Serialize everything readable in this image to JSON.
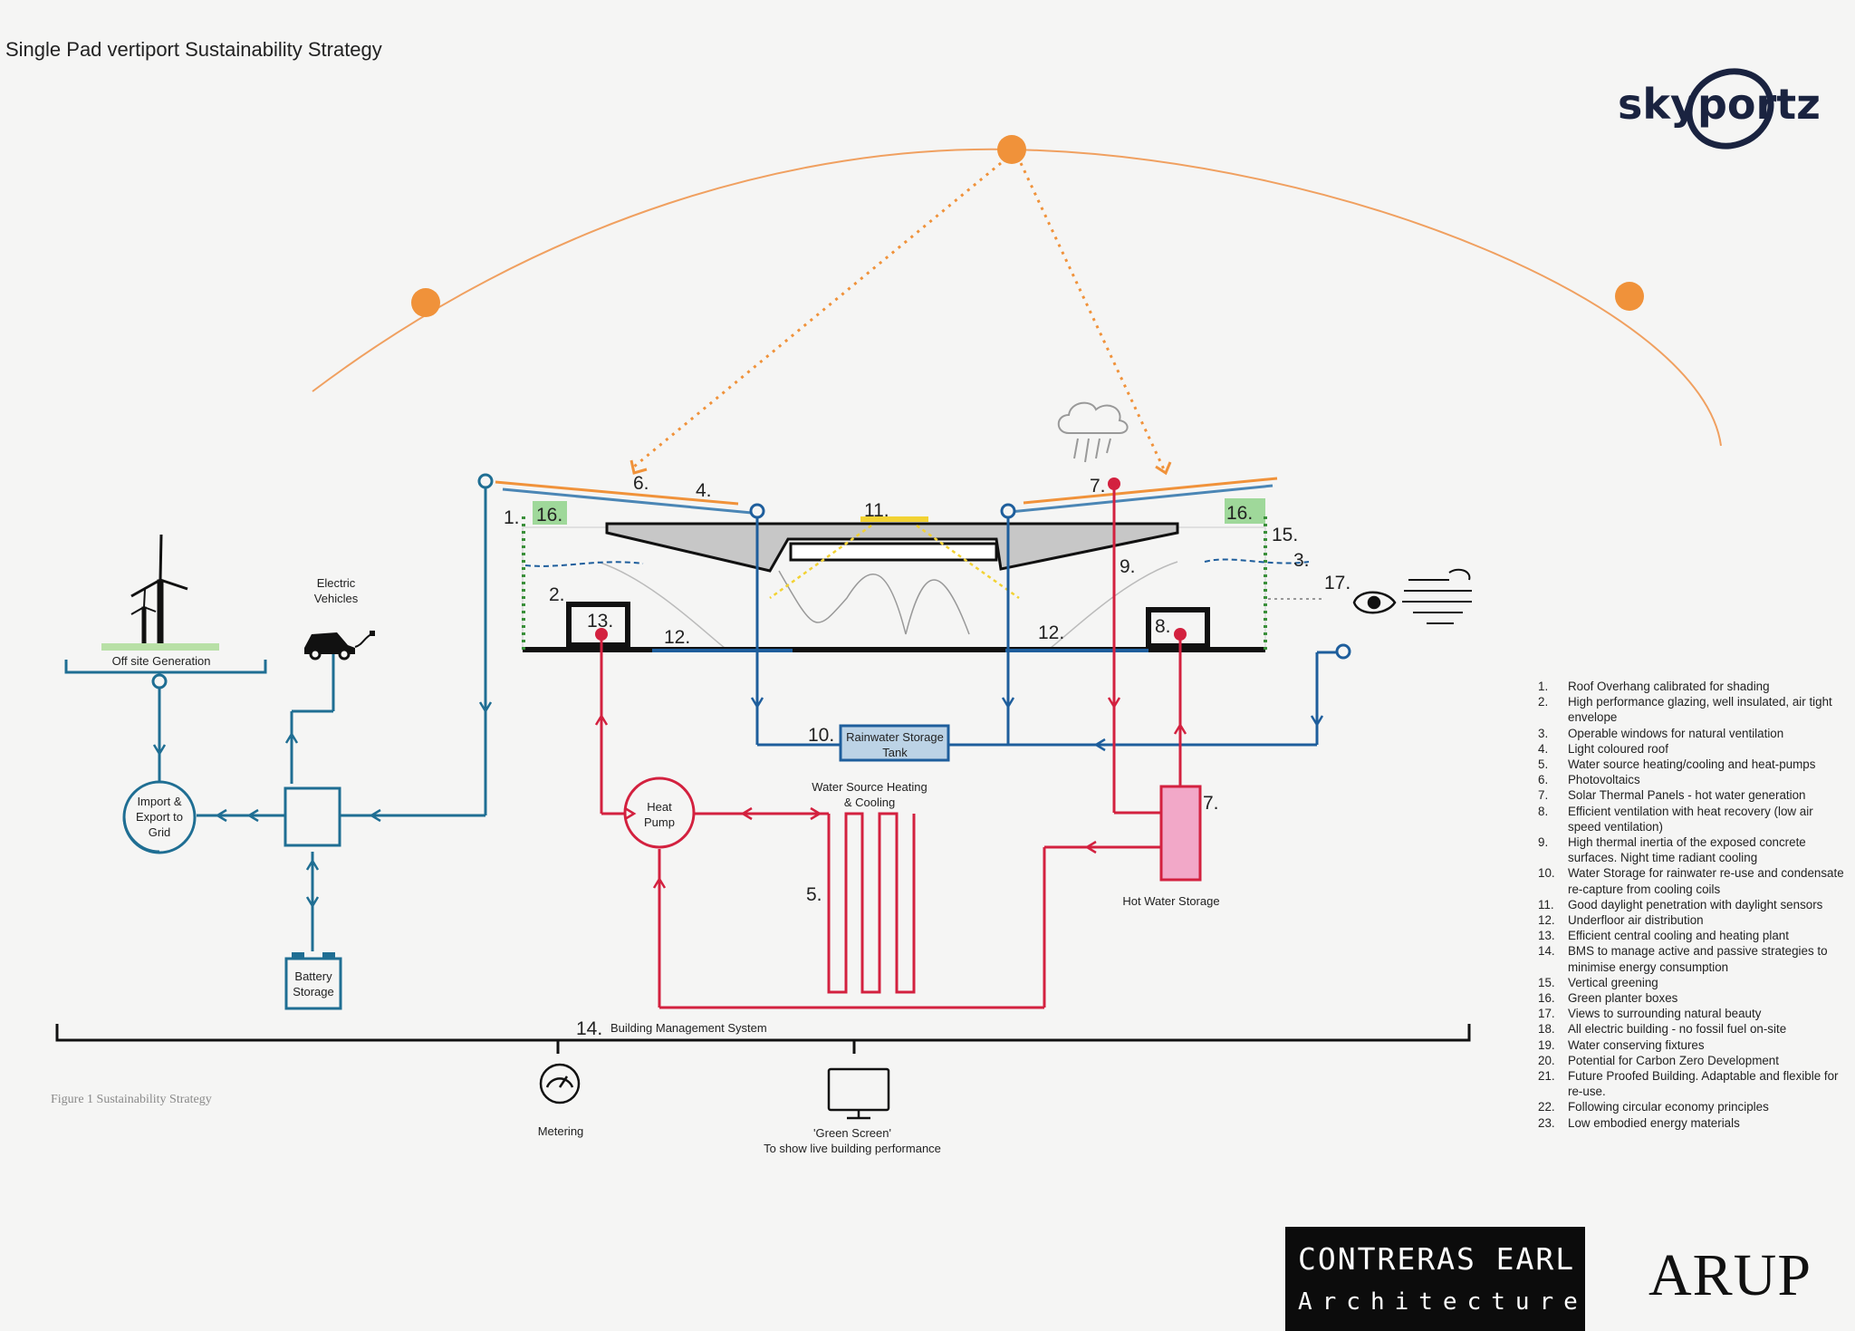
{
  "header": {
    "title": "Single Pad vertiport Sustainability Strategy",
    "brand_logo_text": "skyportz"
  },
  "diagram_labels": {
    "off_site_generation": "Off site Generation",
    "electric_vehicles_line1": "Electric",
    "electric_vehicles_line2": "Vehicles",
    "import_export_line1": "Import &",
    "import_export_line2": "Export to",
    "import_export_line3": "Grid",
    "battery_line1": "Battery",
    "battery_line2": "Storage",
    "heat_pump_line1": "Heat",
    "heat_pump_line2": "Pump",
    "water_source_line1": "Water Source Heating",
    "water_source_line2": "& Cooling",
    "rainwater_line1": "Rainwater Storage",
    "rainwater_line2": "Tank",
    "hot_water_storage": "Hot Water Storage",
    "bms": "Building Management System",
    "metering": "Metering",
    "green_screen_line1": "'Green Screen'",
    "green_screen_line2": "To show live building performance"
  },
  "callouts": {
    "c1": "1.",
    "c2": "2.",
    "c3": "3.",
    "c4": "4.",
    "c5": "5.",
    "c6": "6.",
    "c7a": "7.",
    "c7b": "7.",
    "c8": "8.",
    "c9": "9.",
    "c10": "10.",
    "c11": "11.",
    "c12a": "12.",
    "c12b": "12.",
    "c13": "13.",
    "c14": "14.",
    "c15": "15.",
    "c16a": "16.",
    "c16b": "16.",
    "c17": "17."
  },
  "legend": [
    {
      "n": "1.",
      "text": "Roof Overhang calibrated for shading"
    },
    {
      "n": "2.",
      "text": "High performance glazing, well insulated, air tight envelope"
    },
    {
      "n": "3.",
      "text": "Operable windows for natural ventilation"
    },
    {
      "n": "4.",
      "text": "Light coloured roof"
    },
    {
      "n": "5.",
      "text": "Water source heating/cooling and heat-pumps"
    },
    {
      "n": "6.",
      "text": "Photovoltaics"
    },
    {
      "n": "7.",
      "text": "Solar Thermal Panels - hot water generation"
    },
    {
      "n": "8.",
      "text": "Efficient ventilation with heat recovery (low air speed ventilation)"
    },
    {
      "n": "9.",
      "text": "High thermal inertia of the exposed concrete surfaces. Night time radiant cooling"
    },
    {
      "n": "10.",
      "text": "Water Storage for rainwater re-use and condensate re-capture from cooling coils"
    },
    {
      "n": "11.",
      "text": "Good daylight penetration with daylight sensors"
    },
    {
      "n": "12.",
      "text": "Underfloor air distribution"
    },
    {
      "n": "13.",
      "text": "Efficient central cooling and heating plant"
    },
    {
      "n": "14.",
      "text": "BMS to manage active and passive strategies to minimise energy consumption"
    },
    {
      "n": "15.",
      "text": "Vertical greening"
    },
    {
      "n": "16.",
      "text": "Green planter boxes"
    },
    {
      "n": "17.",
      "text": "Views to surrounding natural beauty"
    },
    {
      "n": "18.",
      "text": "All electric building - no fossil fuel on-site"
    },
    {
      "n": "19.",
      "text": "Water conserving fixtures"
    },
    {
      "n": "20.",
      "text": "Potential for Carbon Zero Development"
    },
    {
      "n": "21.",
      "text": "Future Proofed Building. Adaptable and flexible for re-use."
    },
    {
      "n": "22.",
      "text": "Following circular economy principles"
    },
    {
      "n": "23.",
      "text": "Low embodied energy materials"
    }
  ],
  "footer": {
    "figure_caption": "Figure 1  Sustainability Strategy",
    "contreras_line1": "CONTRERAS EARL",
    "contreras_line2": "Architecture",
    "arup": "ARUP"
  },
  "colors": {
    "sun": "#f0923a",
    "electric_blue": "#1f6e93",
    "water_blue": "#1e5e9c",
    "hot_red": "#d3213f",
    "green": "#9fd89a",
    "hot_water_fill": "#f2a8c8",
    "rainwater_fill": "#bcd3e6"
  }
}
